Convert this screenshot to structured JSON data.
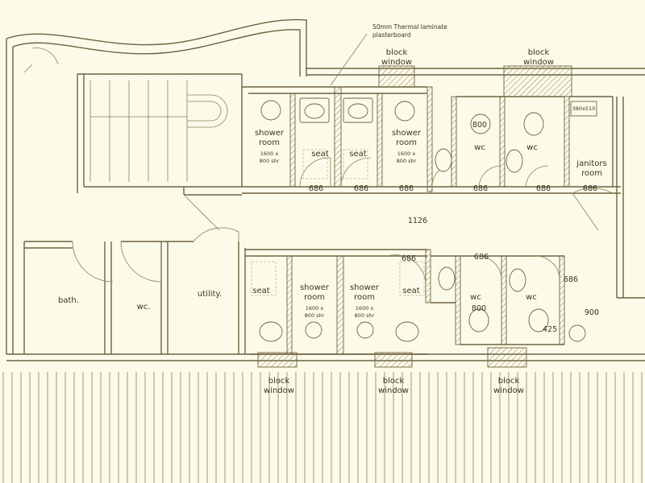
{
  "annotation": {
    "line1": "50mm Thermal laminate",
    "line2": "plasterboard"
  },
  "block_window": {
    "line1": "block",
    "line2": "window"
  },
  "rooms": {
    "shower_room": {
      "line1": "shower",
      "line2": "room",
      "size_line1": "1600 x",
      "size_line2": "800 shr"
    },
    "seat": "seat",
    "wc_lower": "wc",
    "wc_upper": "wc.",
    "bath": "bath.",
    "utility": "utility.",
    "janitors": {
      "line1": "janitors",
      "line2": "room"
    },
    "janitors_size": "380x510"
  },
  "dimensions": {
    "d686": "686",
    "d800": "800",
    "d1126": "1126",
    "d900": "900",
    "d425": "425"
  }
}
